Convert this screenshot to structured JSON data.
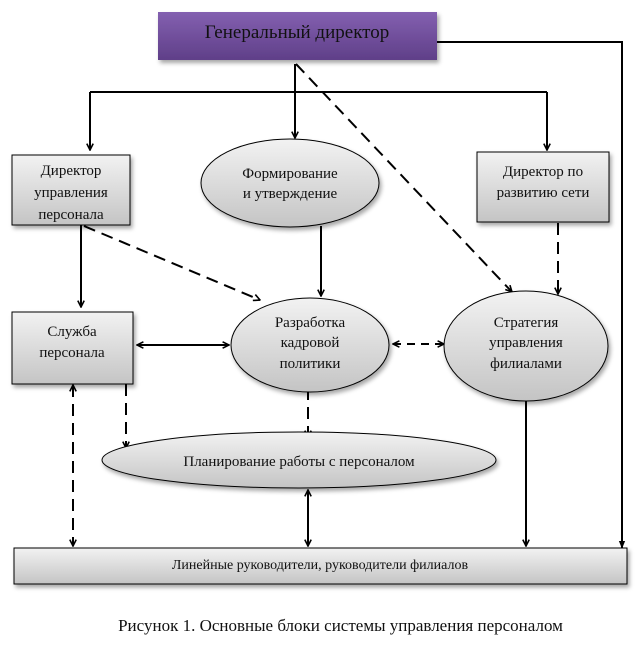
{
  "diagram": {
    "nodes": {
      "general_director": {
        "label": [
          "Генеральный  директор"
        ],
        "shape": "rect",
        "fill": "#7a55a5"
      },
      "hr_director": {
        "label": [
          "Директор",
          "управления",
          "персонала"
        ],
        "shape": "rect"
      },
      "formation": {
        "label": [
          "Формирование",
          "и утверждение"
        ],
        "shape": "ellipse"
      },
      "network_director": {
        "label": [
          "Директор по",
          "развитию сети"
        ],
        "shape": "rect"
      },
      "hr_service": {
        "label": [
          "Служба",
          "персонала"
        ],
        "shape": "rect"
      },
      "hr_policy": {
        "label": [
          "Разработка",
          "кадровой",
          "политики"
        ],
        "shape": "ellipse"
      },
      "branch_strategy": {
        "label": [
          "Стратегия",
          "управления",
          "филиалами"
        ],
        "shape": "ellipse"
      },
      "hr_planning": {
        "label": [
          "Планирование работы с персоналом"
        ],
        "shape": "ellipse"
      },
      "line_managers": {
        "label": [
          "Линейные руководители, руководители филиалов"
        ],
        "shape": "rect"
      }
    },
    "edges": [
      {
        "from": "general_director",
        "to": "hr_director",
        "style": "solid"
      },
      {
        "from": "general_director",
        "to": "formation",
        "style": "solid"
      },
      {
        "from": "general_director",
        "to": "network_director",
        "style": "solid"
      },
      {
        "from": "general_director",
        "to": "branch_strategy",
        "style": "dashed"
      },
      {
        "from": "general_director",
        "to": "line_managers",
        "style": "solid"
      },
      {
        "from": "hr_director",
        "to": "hr_service",
        "style": "solid"
      },
      {
        "from": "hr_director",
        "to": "hr_policy",
        "style": "dashed"
      },
      {
        "from": "formation",
        "to": "hr_policy",
        "style": "solid"
      },
      {
        "from": "network_director",
        "to": "branch_strategy",
        "style": "dashed"
      },
      {
        "from": "hr_service",
        "to": "hr_policy",
        "style": "solid",
        "bidirectional": true
      },
      {
        "from": "hr_policy",
        "to": "branch_strategy",
        "style": "dashed",
        "bidirectional": true
      },
      {
        "from": "hr_service",
        "to": "hr_planning",
        "style": "dashed"
      },
      {
        "from": "hr_policy",
        "to": "hr_planning",
        "style": "dashed"
      },
      {
        "from": "hr_service",
        "to": "line_managers",
        "style": "dashed",
        "bidirectional": true
      },
      {
        "from": "hr_planning",
        "to": "line_managers",
        "style": "solid",
        "bidirectional": true
      },
      {
        "from": "branch_strategy",
        "to": "line_managers",
        "style": "solid"
      }
    ]
  },
  "caption": "Рисунок 1. Основные блоки системы управления персоналом"
}
